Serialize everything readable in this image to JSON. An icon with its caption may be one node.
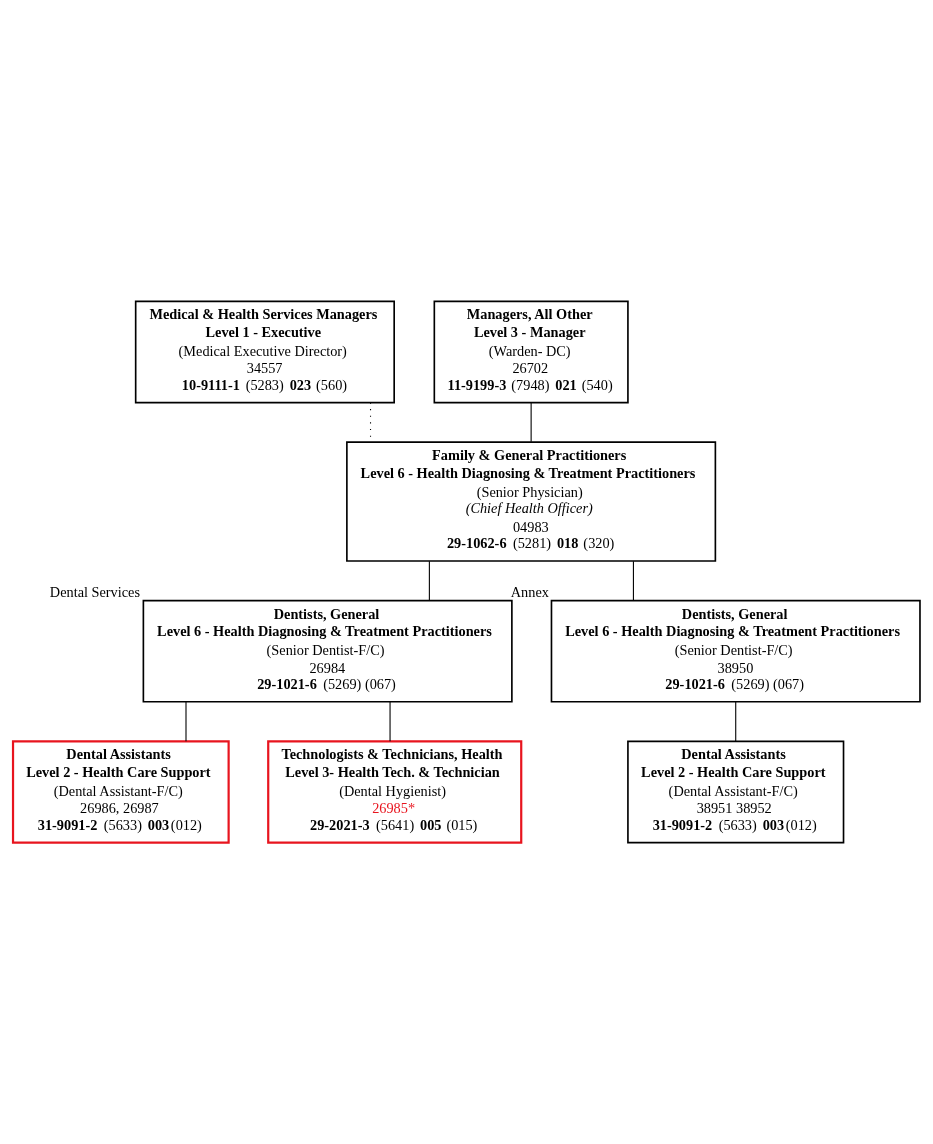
{
  "diagram": {
    "nodes": [
      {
        "text": [
          "Medical & Health Services Managers",
          "Level 1 - Executive",
          "(Medical Executive Director)",
          "34557",
          "**10-9111-1** (5283) **023** (560)"
        ]
      },
      {
        "text": [
          "Managers, All Other",
          "Level 3 - Manager",
          "(Warden- DC)",
          "26702",
          "**11-9199-3** (7948) **021** (540)"
        ]
      },
      {
        "text": [
          "Family & General Practitioners",
          "Level 6 - Health Diagnosing & Treatment Practitioners",
          "(Senior Physician)",
          "(Chief Health Officer)",
          "04983",
          "**29-1062-6** (5281) **018** (320)"
        ]
      },
      {
        "text": [
          "Dentists, General",
          "Level 6 - Health Diagnosing & Treatment Practitioners",
          "(Senior Dentist-F/C)",
          "26984",
          "**29-1021-6** (5269) (067)"
        ],
        "beside": [
          "Dental Services"
        ]
      },
      {
        "text": [
          "Dentists, General",
          "Level 6 - Health Diagnosing & Treatment Practitioners",
          "(Senior Dentist-F/C)",
          "38950",
          "**29-1021-6** (5269) (067)"
        ],
        "beside": [
          "Annex"
        ]
      },
      {
        "text": [
          "Dental Assistants",
          "Level 2 - Health Care Support",
          "(Dental Assistant-F/C)",
          "26986, 26987",
          "**31-9091-2** (5633) **003**(012)"
        ]
      },
      {
        "text": [
          "Dental Assistants",
          "Level 2 - Health Care Support",
          "(Dental Assistant-F/C)",
          "38951 38952",
          "**31-9091-2** (5633) **003**(012)"
        ]
      },
      {
        "text": [
          "Technologists & Technicians, Health",
          "Level 3- Health Tech. & Technician",
          "(Dental Hygienist)",
          "26985*",
          "**29-2021-3** (5641) **005** (015)"
        ]
      }
    ],
    "edges": [
      {
        "from": 0,
        "to": 2,
        "arrow": "none",
        "style": "dashed"
      },
      {
        "from": 1,
        "to": 2,
        "arrow": "none"
      },
      {
        "from": 2,
        "to": 3,
        "arrow": "none"
      },
      {
        "from": 2,
        "to": 4,
        "arrow": "none"
      },
      {
        "from": 3,
        "to": 5,
        "arrow": "none"
      },
      {
        "from": 3,
        "to": 7,
        "arrow": "none"
      },
      {
        "from": 4,
        "to": 6,
        "arrow": "none"
      }
    ]
  }
}
